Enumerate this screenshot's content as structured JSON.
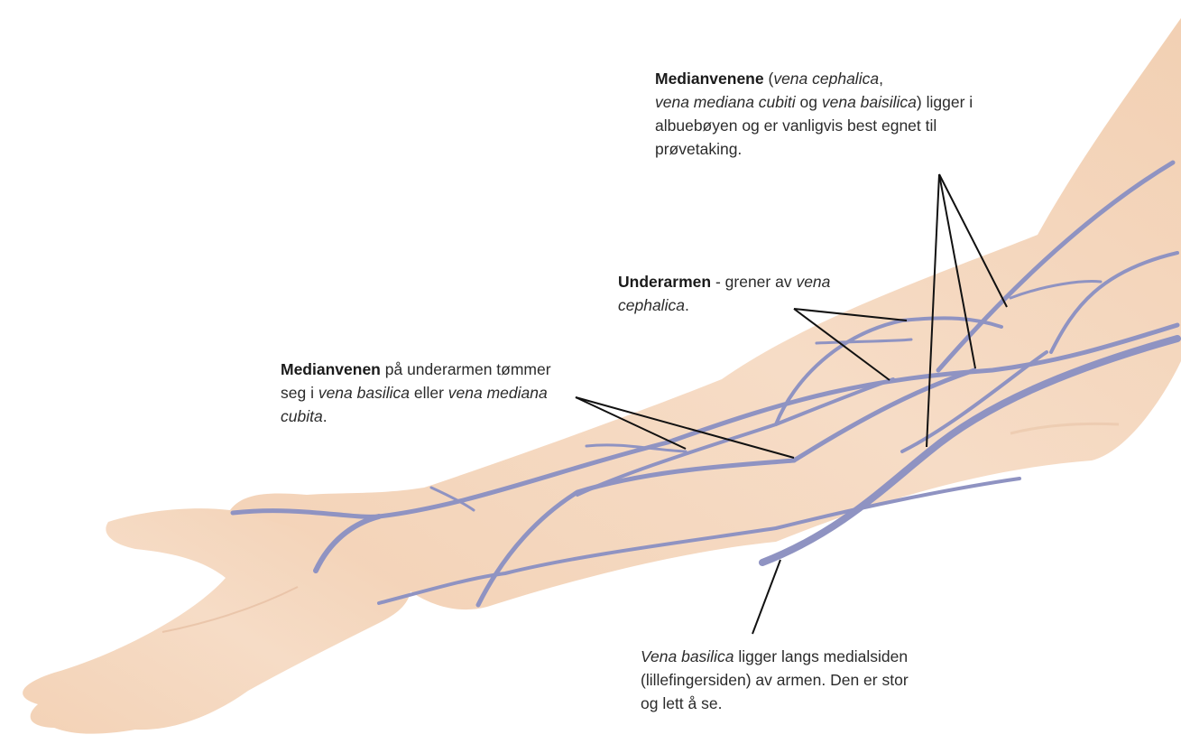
{
  "labels": {
    "median_veins": {
      "bold": "Medianvenene",
      "t1": " (",
      "i1": "vena cephalica",
      "t2": ", ",
      "i2": "vena mediana cubiti",
      "t3": " og ",
      "i3": "vena baisilica",
      "t4": ") ligger i albuebøyen og er vanligvis best egnet til prøvetaking."
    },
    "forearm": {
      "bold": "Underarmen",
      "t1": " - grener av ",
      "i1": "vena cephalica",
      "t2": "."
    },
    "forearm_median": {
      "bold": "Medianvenen",
      "t1": " på underarmen tømmer seg i ",
      "i1": "vena basilica",
      "t2": " eller ",
      "i2": "vena mediana cubita",
      "t3": "."
    },
    "basilica": {
      "i1": "Vena basilica",
      "t1": " ligger langs medialsiden (lillefingersiden) av armen. Den er stor og lett å se."
    }
  },
  "colors": {
    "skin": "#f6dcc4",
    "skin_shadow": "#e8c3a4",
    "vein": "#8f93c2",
    "leader_line": "#111111",
    "text": "#2b2b2b"
  }
}
